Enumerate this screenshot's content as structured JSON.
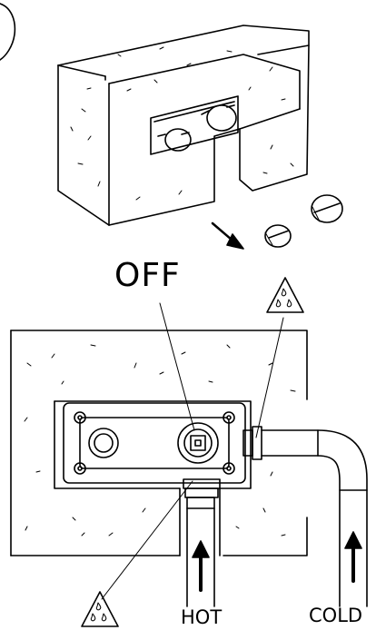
{
  "diagram": {
    "labels": {
      "off": "OFF",
      "hot": "HOT",
      "cold": "COLD"
    },
    "icons": [
      "water-warning-icon",
      "water-warning-icon",
      "arrow-icon",
      "arrow-up-icon",
      "arrow-up-icon"
    ],
    "colors": {
      "stroke": "#000000",
      "background": "#ffffff"
    }
  }
}
